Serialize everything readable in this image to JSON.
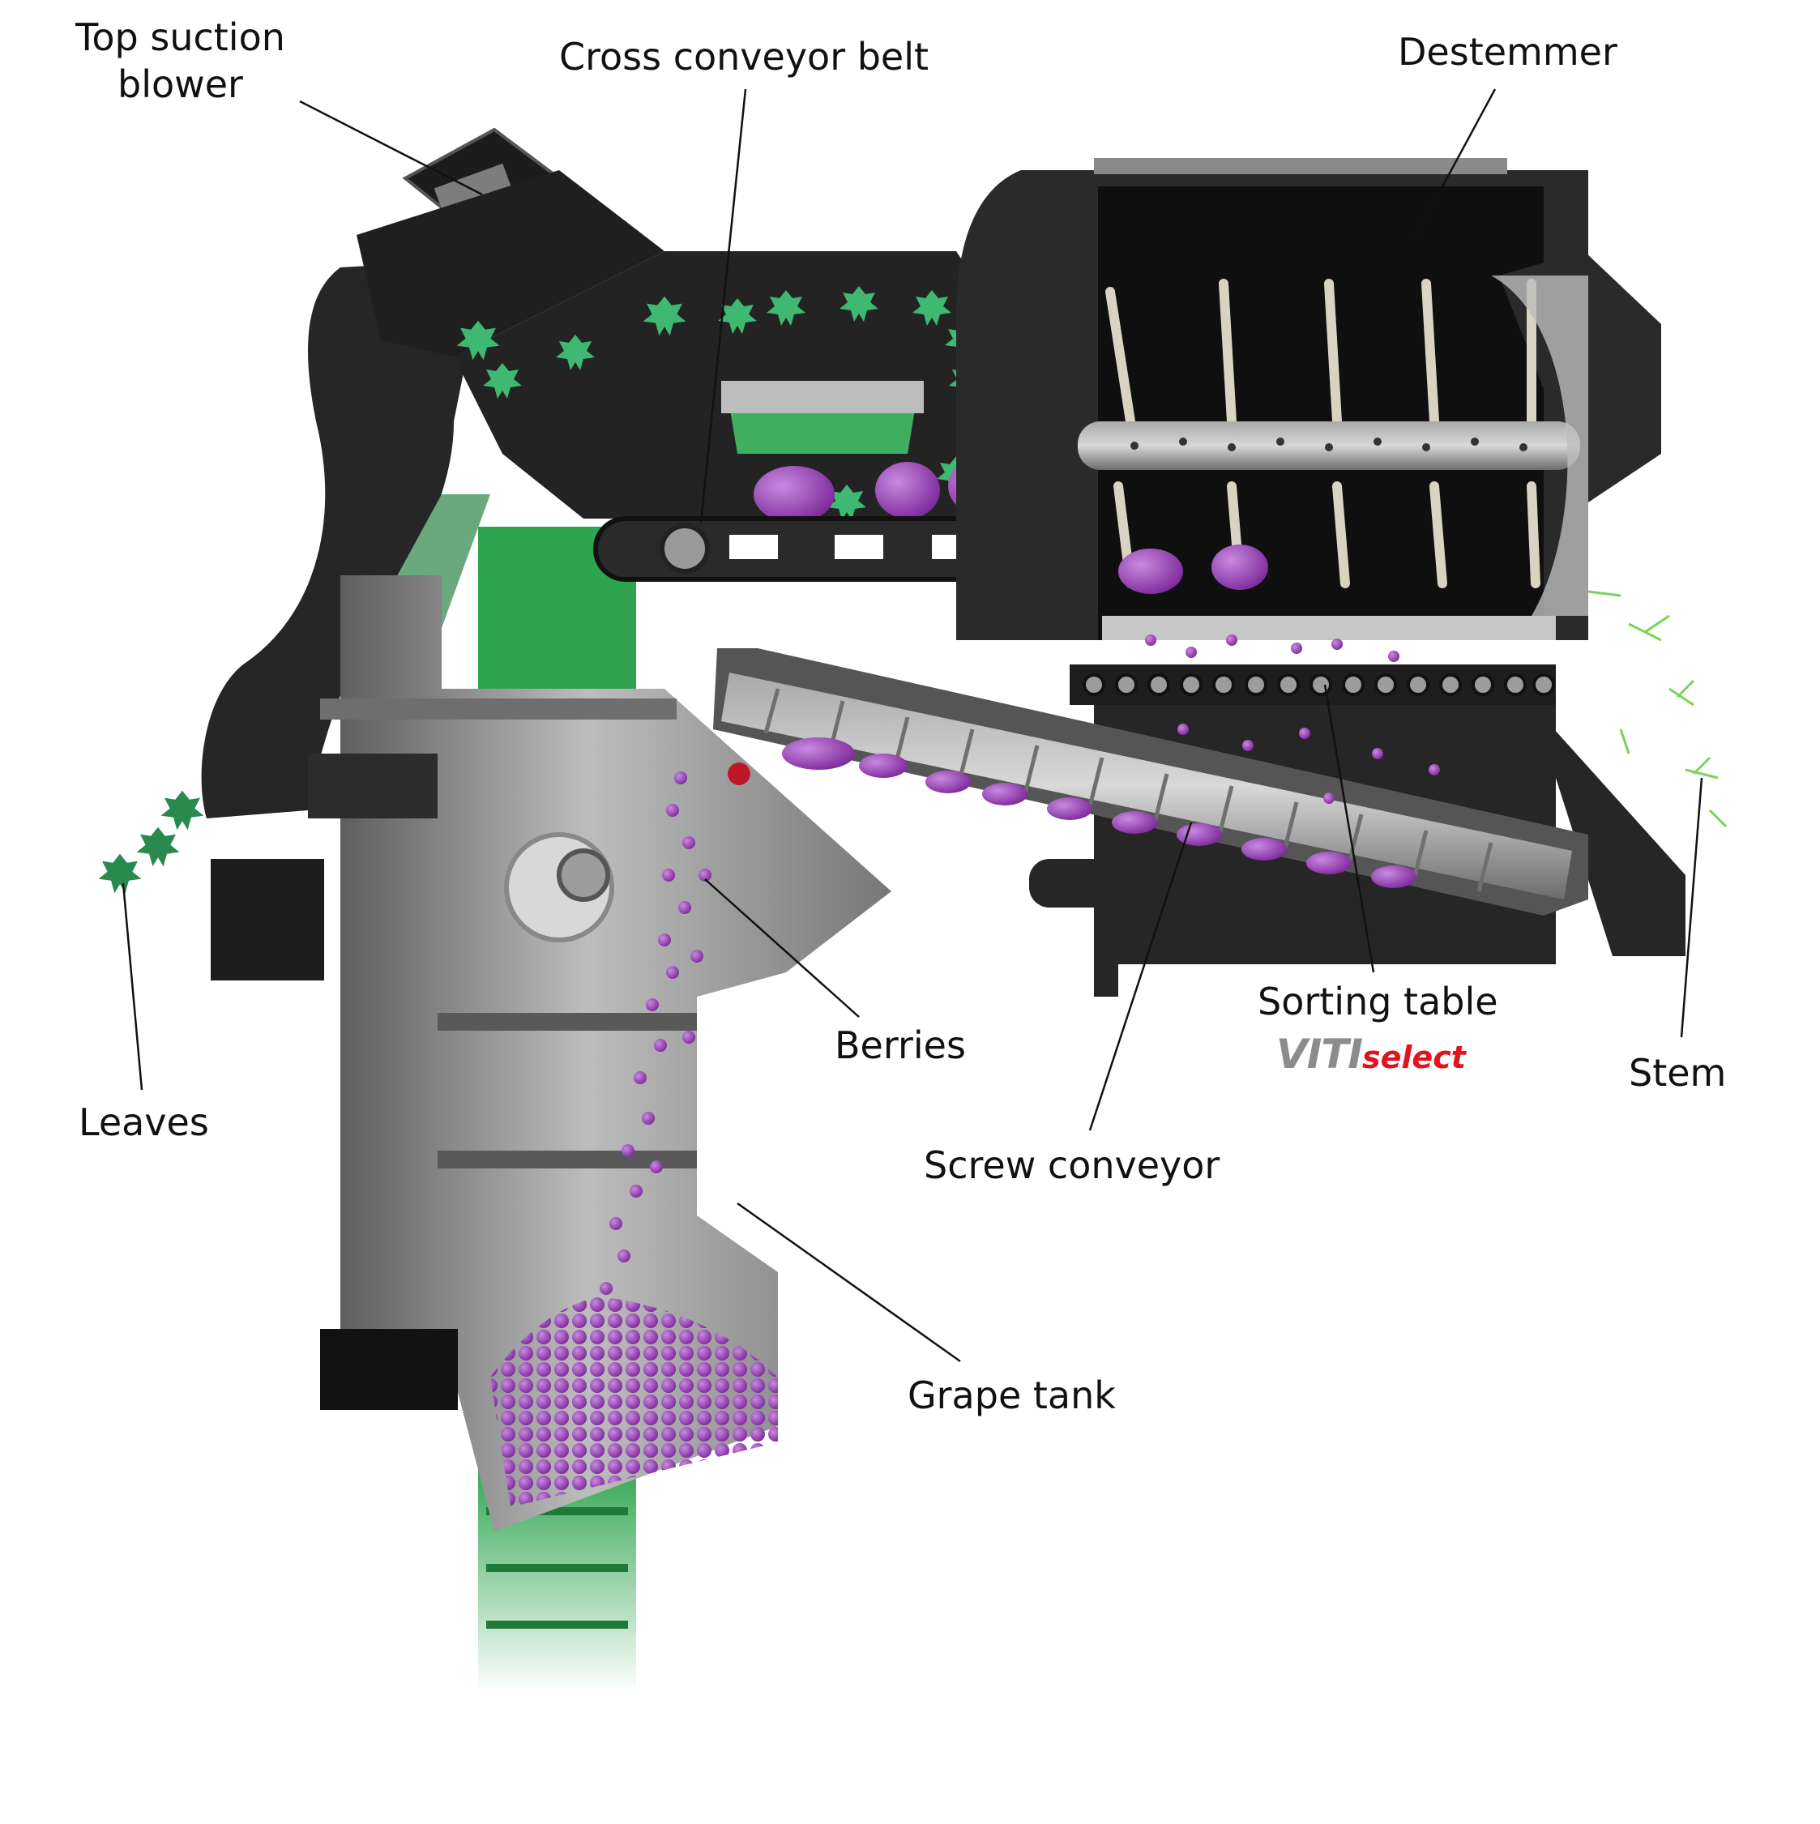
{
  "labels": {
    "top_suction_blower_line1": "Top suction",
    "top_suction_blower_line2": "blower",
    "cross_conveyor_belt": "Cross conveyor belt",
    "destemmer": "Destemmer",
    "berries": "Berries",
    "sorting_table": "Sorting table",
    "stem": "Stem",
    "leaves": "Leaves",
    "screw_conveyor": "Screw conveyor",
    "grape_tank": "Grape tank"
  },
  "logo": {
    "part1": "VITI",
    "part2": "select"
  },
  "colors": {
    "machine_dark": "#2b2b2b",
    "machine_black": "#161616",
    "steel_grey": "#8e8e8e",
    "steel_light": "#b9b9b9",
    "accent_green": "#2ea44f",
    "leaf_green": "#3fb872",
    "berry_purple": "#9b3fb8",
    "logo_red": "#e1141e",
    "logo_grey": "#8c8c8c"
  }
}
